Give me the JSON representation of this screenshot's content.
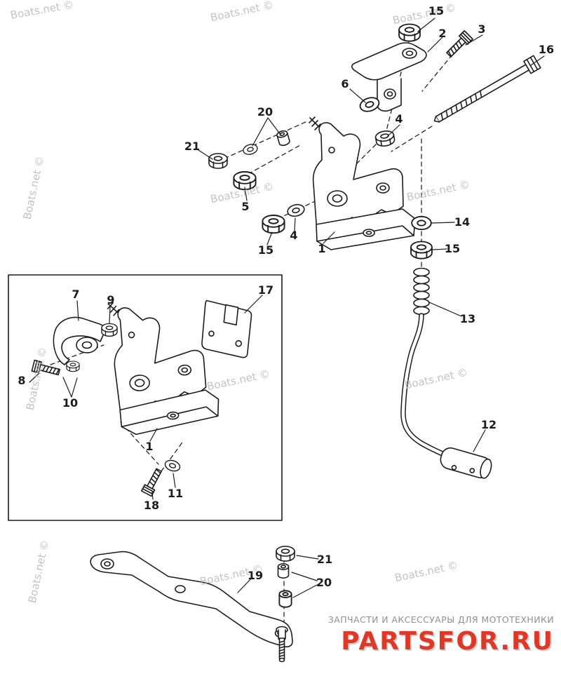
{
  "watermark": {
    "text": "Boats.net ©"
  },
  "callouts": [
    {
      "part": "15"
    },
    {
      "part": "2"
    },
    {
      "part": "3"
    },
    {
      "part": "16"
    },
    {
      "part": "6"
    },
    {
      "part": "20"
    },
    {
      "part": "4"
    },
    {
      "part": "21"
    },
    {
      "part": "5"
    },
    {
      "part": "15"
    },
    {
      "part": "4"
    },
    {
      "part": "1"
    },
    {
      "part": "14"
    },
    {
      "part": "15"
    },
    {
      "part": "13"
    },
    {
      "part": "12"
    },
    {
      "part": "7"
    },
    {
      "part": "9"
    },
    {
      "part": "17"
    },
    {
      "part": "8"
    },
    {
      "part": "10"
    },
    {
      "part": "1"
    },
    {
      "part": "18"
    },
    {
      "part": "11"
    },
    {
      "part": "19"
    },
    {
      "part": "21"
    },
    {
      "part": "20"
    }
  ],
  "footer": {
    "tagline": "ЗАПЧАСТИ И АКСЕССУАРЫ ДЛЯ МОТОТЕХНИКИ",
    "logo": "PARTSFOR.RU"
  },
  "colors": {
    "ink": "#1c1c1c",
    "wm": "#b9b9b9",
    "logo_red": "#de3827",
    "tag_gray": "#8f8f8f",
    "paper": "#ffffff"
  }
}
